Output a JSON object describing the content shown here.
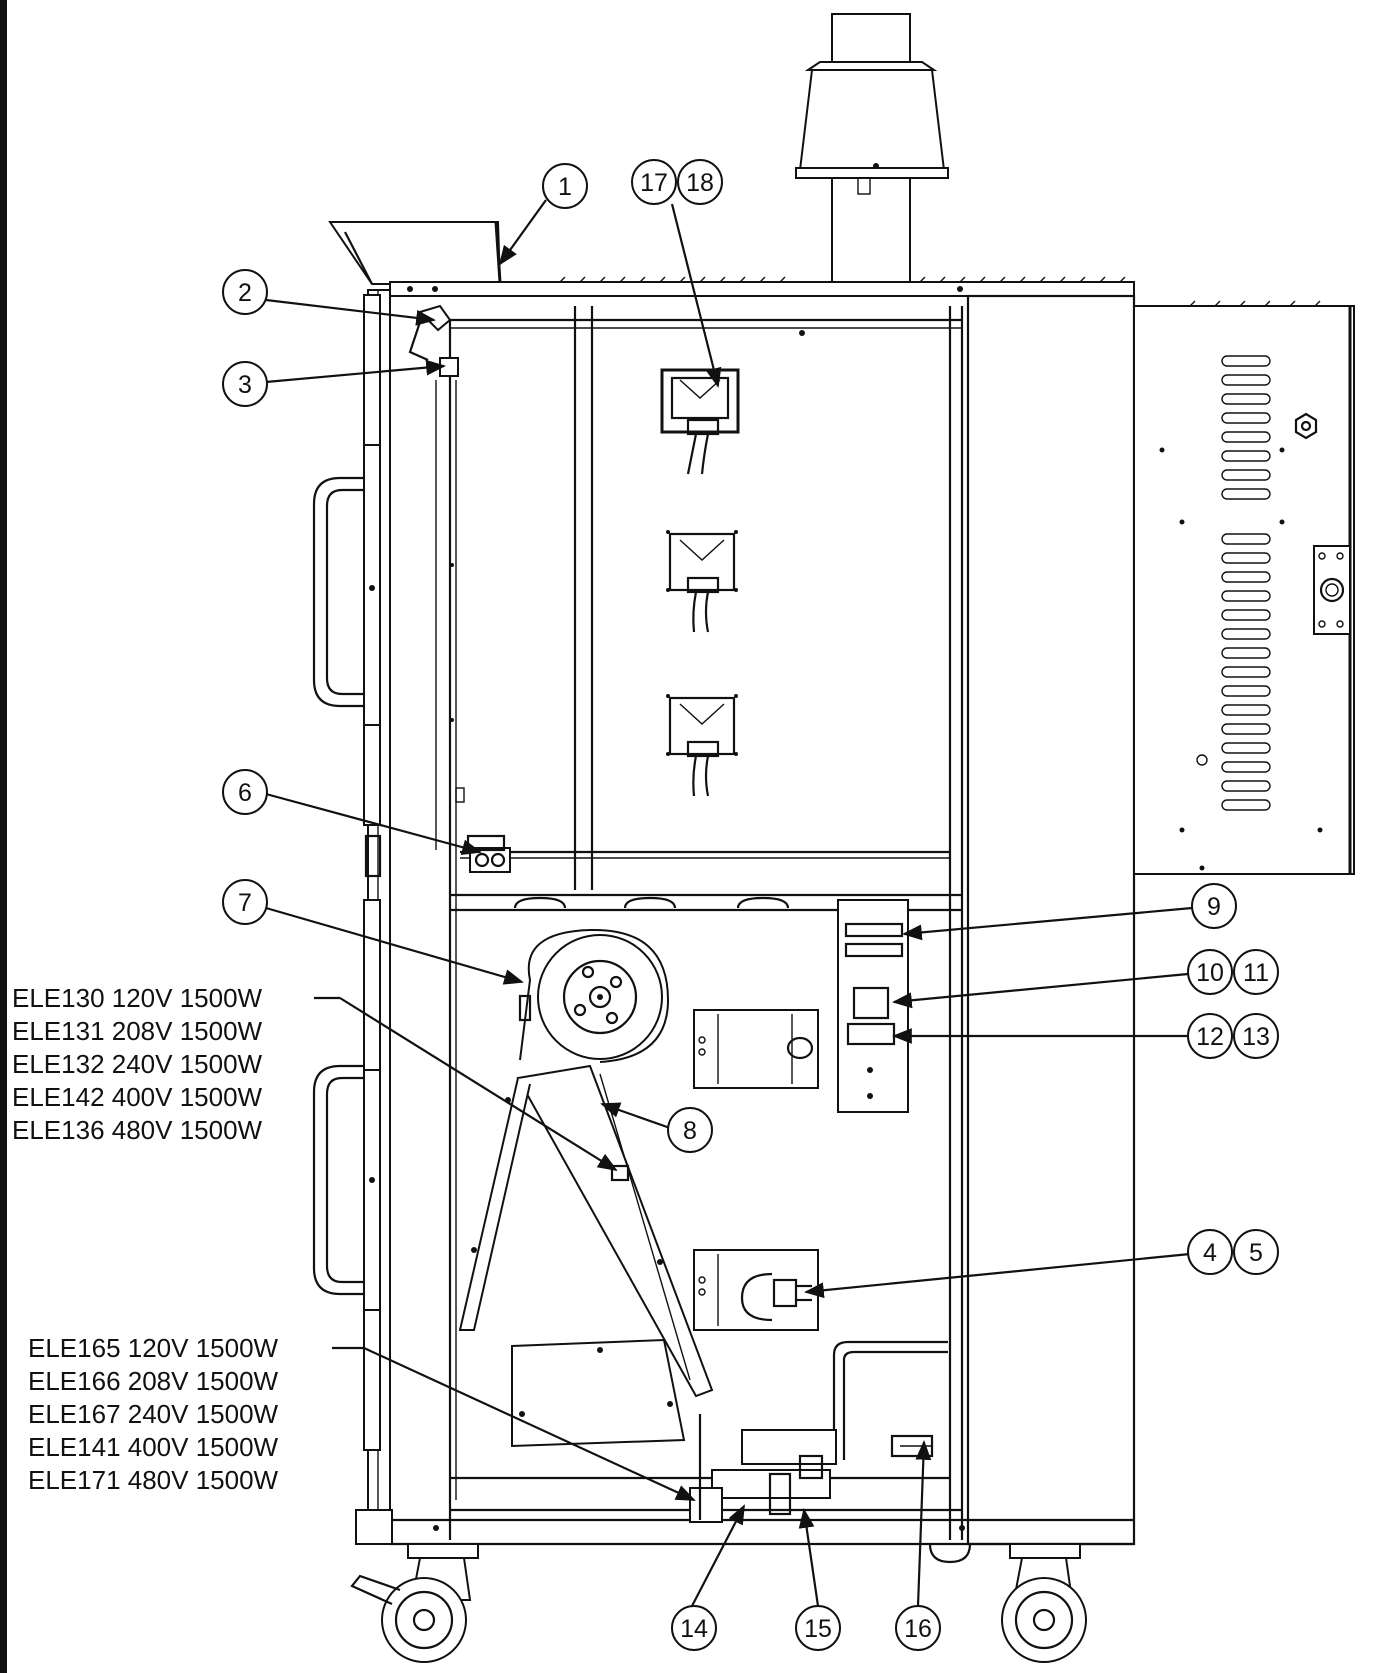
{
  "callouts": [
    "1",
    "2",
    "3",
    "4",
    "5",
    "6",
    "7",
    "8",
    "9",
    "10",
    "11",
    "12",
    "13",
    "14",
    "15",
    "16",
    "17",
    "18"
  ],
  "heater_labels_upper": [
    "ELE130 120V 1500W",
    "ELE131 208V 1500W",
    "ELE132 240V 1500W",
    "ELE142 400V 1500W",
    "ELE136 480V 1500W"
  ],
  "heater_labels_lower": [
    "ELE165 120V 1500W",
    "ELE166 208V 1500W",
    "ELE167 240V 1500W",
    "ELE141 400V 1500W",
    "ELE171 480V 1500W"
  ]
}
